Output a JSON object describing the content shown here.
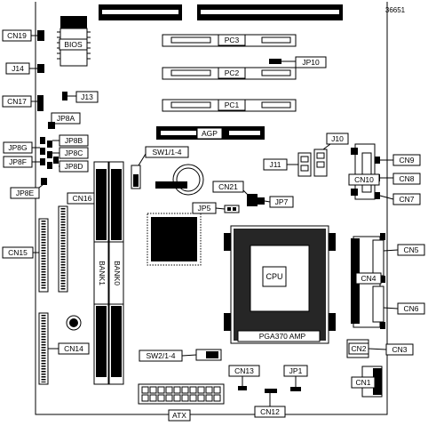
{
  "figure_id": "36651",
  "connectors": {
    "cn19": "CN19",
    "bios": "BIOS",
    "j14": "J14",
    "cn17": "CN17",
    "j13": "J13",
    "pc3": "PC3",
    "pc2": "PC2",
    "pc1": "PC1",
    "jp10": "JP10",
    "jp8a": "JP8A",
    "jp8b": "JP8B",
    "jp8c": "JP8C",
    "jp8d": "JP8D",
    "jp8g": "JP8G",
    "jp8f": "JP8F",
    "jp8e": "JP8E",
    "agp": "AGP",
    "sw1": "SW1/1-4",
    "j11": "J11",
    "j10": "J10",
    "cn9": "CN9",
    "cn10": "CN10",
    "cn8": "CN8",
    "cn7": "CN7",
    "cn16": "CN16",
    "cn21": "CN21",
    "jp7": "JP7",
    "jp5": "JP5",
    "cn15": "CN15",
    "cn5": "CN5",
    "cn4": "CN4",
    "cn6": "CN6",
    "cpu": "CPU",
    "socket": "PGA370 AMP",
    "cn14": "CN14",
    "sw2": "SW2/1-4",
    "cn2": "CN2",
    "cn3": "CN3",
    "cn13": "CN13",
    "jp1": "JP1",
    "cn1": "CN1",
    "atx": "ATX",
    "cn12": "CN12",
    "bank1": "BANK1",
    "bank0": "BANK0"
  }
}
